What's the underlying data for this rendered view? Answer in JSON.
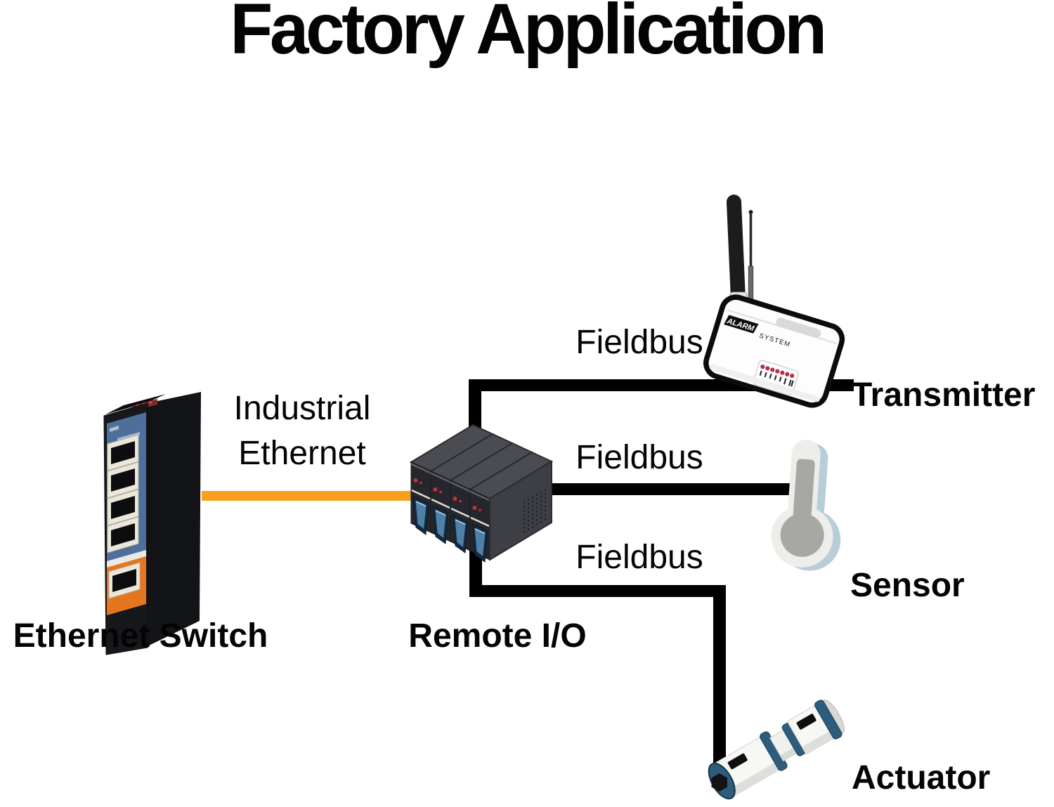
{
  "title": "Factory Application",
  "nodes": {
    "ethernet_switch": {
      "label": "Ethernet Switch"
    },
    "remote_io": {
      "label": "Remote I/O"
    },
    "transmitter": {
      "label": "Transmitter",
      "device_text_primary": "ALARM",
      "device_text_secondary": "SYSTEM"
    },
    "sensor": {
      "label": "Sensor"
    },
    "actuator": {
      "label": "Actuator"
    }
  },
  "connections": {
    "industrial_ethernet": {
      "label_line1": "Industrial",
      "label_line2": "Ethernet",
      "color": "#F8A01D"
    },
    "fieldbus_to_transmitter": {
      "label": "Fieldbus",
      "color": "#000000"
    },
    "fieldbus_to_sensor": {
      "label": "Fieldbus",
      "color": "#000000"
    },
    "fieldbus_to_actuator": {
      "label": "Fieldbus",
      "color": "#000000"
    }
  },
  "colors": {
    "background": "#FFFFFF",
    "label_text": "#000000"
  }
}
